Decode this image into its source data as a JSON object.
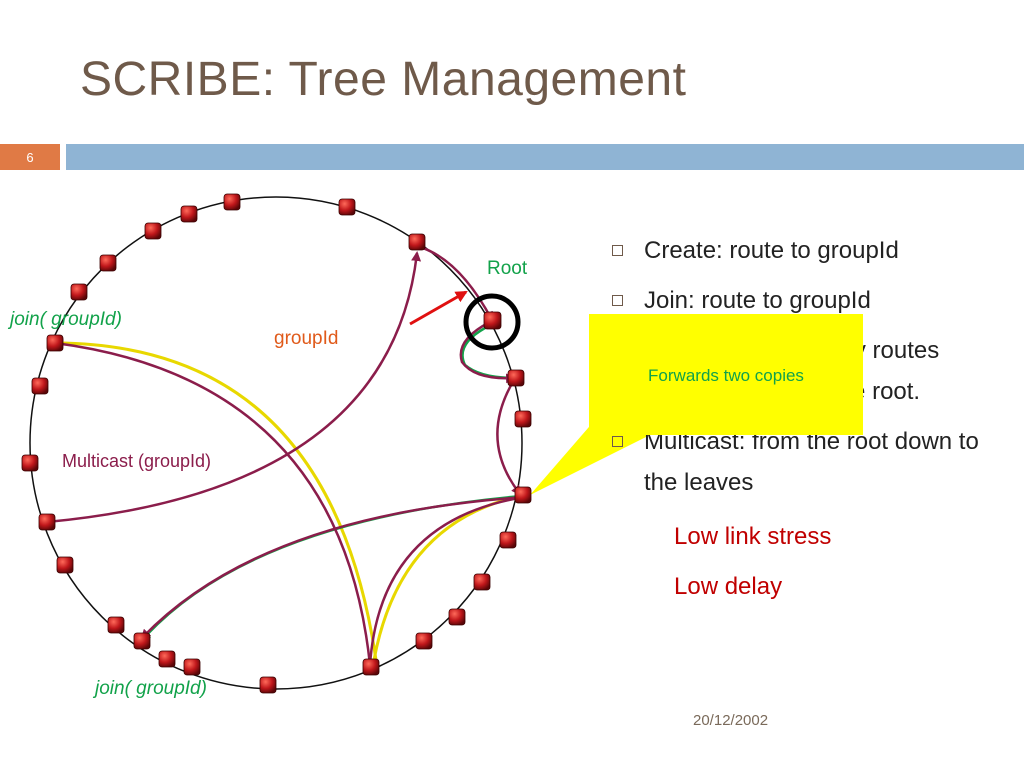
{
  "slide": {
    "title": "SCRIBE: Tree Management",
    "slide_number": "6",
    "date": "20/12/2002"
  },
  "diagram": {
    "labels": {
      "root": "Root",
      "group_id": "groupId",
      "join_top": "join( groupId)",
      "join_bottom": "join( groupId)",
      "multicast": "Multicast (groupId)"
    },
    "callout_text": "Forwards two copies"
  },
  "bullets": [
    "Create: route to groupId",
    "Join: route to groupId",
    "Tree: union of Pastry routes from members to the root.",
    "Multicast: from the root down to the leaves"
  ],
  "sub_bullets": [
    "Low link stress",
    "Low delay"
  ],
  "colors": {
    "title": "#6f5a4a",
    "accent_orange": "#e07a45",
    "header_blue": "#8fb4d4",
    "node_red": "#c0171b",
    "path_maroon": "#8b1d4b",
    "path_yellow": "#e8d800",
    "path_green": "#12a24a",
    "callout_yellow": "#ffff00",
    "emphasis_red": "#c00000"
  }
}
